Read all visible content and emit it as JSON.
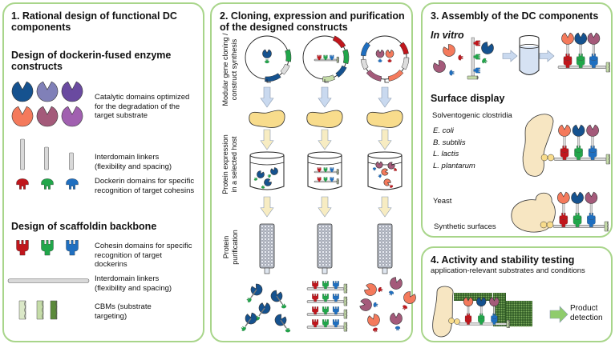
{
  "panels": {
    "p1": {
      "title": "1. Rational design of functional DC components",
      "title_line1": "1. Rational design of functional DC",
      "title_line2": "components",
      "section_a": {
        "heading_line1": "Design of dockerin-fused enzyme",
        "heading_line2": "constructs",
        "catalytic_line1": "Catalytic domains optimized",
        "catalytic_line2": "for the degradation of the",
        "catalytic_line3": "target substrate",
        "linkers_line1": "Interdomain linkers",
        "linkers_line2": "(flexibility and spacing)",
        "dockerin_line1": "Dockerin domains for specific",
        "dockerin_line2": "recognition of target cohesins"
      },
      "section_b": {
        "heading": "Design of scaffoldin backbone",
        "cohesin_line1": "Cohesin domains for specific",
        "cohesin_line2": "recognition of target",
        "cohesin_line3": "dockerins",
        "linkers_line1": "Interdomain linkers",
        "linkers_line2": "(flexibility and spacing)",
        "cbm_line1": "CBMs (substrate",
        "cbm_line2": "targeting)"
      }
    },
    "p2": {
      "title_line1": "2. Cloning, expression and purification",
      "title_line2": "of the designed constructs",
      "step1_line1": "Modular gene cloning /",
      "step1_line2": "construct synthesis",
      "step2_line1": "Protein expression",
      "step2_line2": "in a selected host",
      "step3_line1": "Protein",
      "step3_line2": "purification"
    },
    "p3": {
      "title": "3. Assembly of the DC components",
      "in_vitro": "In vitro",
      "surface_display": "Surface display",
      "hosts_header": "Solventogenic clostridia",
      "hosts": [
        "E. coli",
        "B. subtilis",
        "L. lactis",
        "L. plantarum"
      ],
      "yeast": "Yeast",
      "synthetic": "Synthetic surfaces"
    },
    "p4": {
      "title": "4. Activity and stability testing",
      "subtitle": "application-relevant substrates and conditions",
      "product_line1": "Product",
      "product_line2": "detection"
    }
  },
  "colors": {
    "panel_border": "#a8d58a",
    "enzyme_blue": "#15528f",
    "enzyme_lavender": "#8080b8",
    "enzyme_purple": "#6a4aa0",
    "enzyme_salmon": "#f47a5c",
    "enzyme_mauve": "#a45a7a",
    "enzyme_violet": "#a160b0",
    "dock_red": "#c0161c",
    "dock_green": "#21a64a",
    "dock_blue": "#1f6fc0",
    "cbm_light": "#dbe8c8",
    "cbm_mid": "#c5dca8",
    "cbm_dark": "#5b8a3a",
    "cell": "#f7e6c2",
    "host_yellow": "#f8dc8c",
    "arrow_blue": "#c9d9ef",
    "arrow_cream": "#f7ecc2",
    "substrate_green": "#4f8a3a"
  }
}
